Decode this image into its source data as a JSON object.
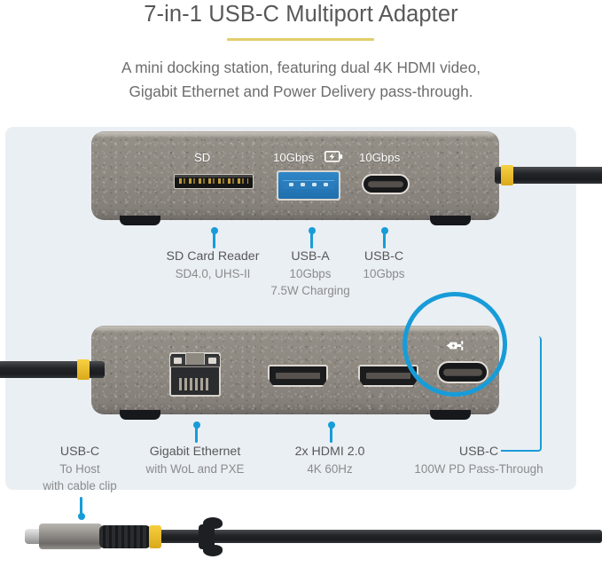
{
  "header": {
    "title": "7-in-1 USB-C Multiport Adapter",
    "subtitle_line1": "A mini docking station, featuring dual 4K HDMI video,",
    "subtitle_line2": "Gigabit Ethernet and Power Delivery pass-through.",
    "rule_color": "#e2cd6a"
  },
  "colors": {
    "accent_blue": "#189cd8",
    "panel_bg": "#eaeff4",
    "device_body": "#8d8880",
    "usb_a_blue": "#2f86c6",
    "cable_yellow": "#f0c235",
    "heading_text": "#58585a",
    "sub_text": "#8b8b8d"
  },
  "top_device": {
    "port_labels": [
      {
        "text": "SD",
        "icon": null
      },
      {
        "text": "10Gbps",
        "icon": "battery-charging-icon"
      },
      {
        "text": "10Gbps",
        "icon": null
      }
    ],
    "ports": [
      {
        "name": "sd-card-slot",
        "type": "sd"
      },
      {
        "name": "usb-a-port",
        "type": "usb-a"
      },
      {
        "name": "usb-c-port",
        "type": "usb-c"
      }
    ]
  },
  "bottom_device": {
    "ports": [
      {
        "name": "ethernet-port",
        "type": "rj45"
      },
      {
        "name": "hdmi-port-1",
        "type": "hdmi"
      },
      {
        "name": "hdmi-port-2",
        "type": "hdmi"
      },
      {
        "name": "usb-c-pd-port",
        "type": "usb-c",
        "highlighted": true,
        "icon": "power-plug-icon"
      }
    ]
  },
  "callouts_top": [
    {
      "line1": "SD Card Reader",
      "line2": "SD4.0, UHS-II",
      "line3": ""
    },
    {
      "line1": "USB-A",
      "line2": "10Gbps",
      "line3": "7.5W Charging"
    },
    {
      "line1": "USB-C",
      "line2": "10Gbps",
      "line3": ""
    }
  ],
  "callouts_bottom": [
    {
      "line1": "USB-C",
      "line2": "To Host",
      "line3": "with cable clip"
    },
    {
      "line1": "Gigabit Ethernet",
      "line2": "with WoL and PXE",
      "line3": ""
    },
    {
      "line1": "2x HDMI 2.0",
      "line2": "4K 60Hz",
      "line3": ""
    },
    {
      "line1": "USB-C",
      "line2": "100W PD Pass-Through",
      "line3": ""
    }
  ],
  "cable": {
    "connector": "usb-c-connector",
    "has_cable_clip": true,
    "band_color": "#f0c235"
  }
}
